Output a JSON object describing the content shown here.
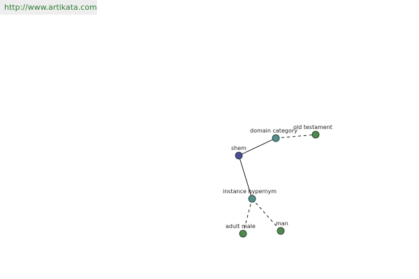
{
  "header": {
    "url": "http://www.artikata.com"
  },
  "colors": {
    "url_text": "#2e7d32",
    "url_bg": "#eeeeee",
    "root_node": "#4b4b9a",
    "relation_node": "#4f8f8f",
    "leaf_node": "#4e8a4e",
    "edge": "#000000"
  },
  "graph": {
    "nodes": [
      {
        "id": "shem",
        "label": "shem",
        "kind": "root"
      },
      {
        "id": "domain_category",
        "label": "domain category",
        "kind": "relation"
      },
      {
        "id": "old_testament",
        "label": "old testament",
        "kind": "leaf"
      },
      {
        "id": "instance_hypernym",
        "label": "instance hypernym",
        "kind": "relation"
      },
      {
        "id": "adult_male",
        "label": "adult male",
        "kind": "leaf"
      },
      {
        "id": "man",
        "label": "man",
        "kind": "leaf"
      }
    ],
    "edges": [
      {
        "from": "shem",
        "to": "domain_category",
        "style": "solid"
      },
      {
        "from": "domain_category",
        "to": "old_testament",
        "style": "dashed"
      },
      {
        "from": "shem",
        "to": "instance_hypernym",
        "style": "solid"
      },
      {
        "from": "instance_hypernym",
        "to": "adult_male",
        "style": "dashed"
      },
      {
        "from": "instance_hypernym",
        "to": "man",
        "style": "dashed"
      }
    ]
  }
}
